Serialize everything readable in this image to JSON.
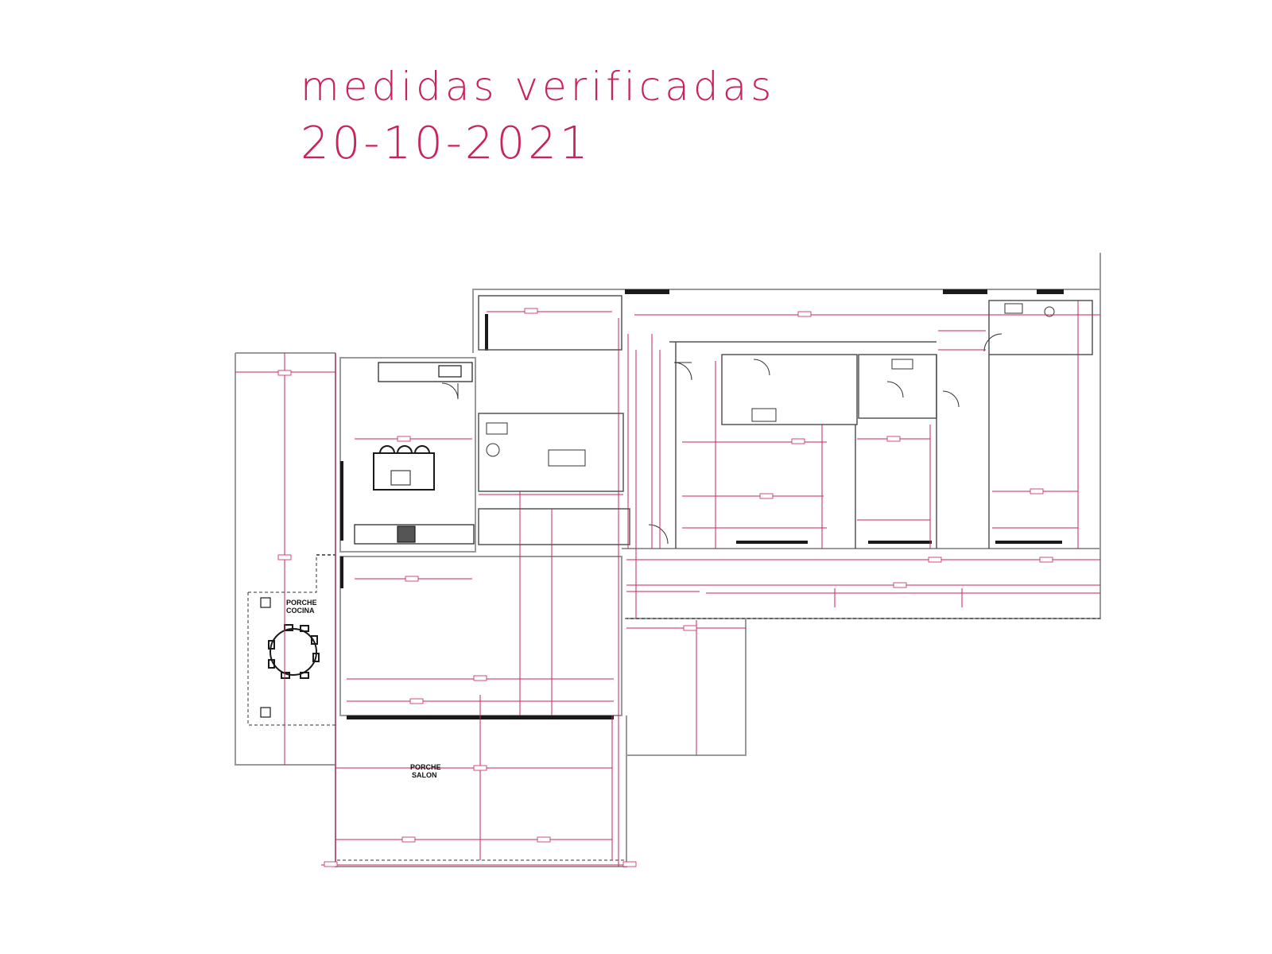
{
  "header": {
    "line1": "medidas verificadas",
    "line2": "20-10-2021"
  },
  "labels": {
    "porche_cocina_1": "PORCHE",
    "porche_cocina_2": "COCINA",
    "porche_salon_1": "PORCHE",
    "porche_salon_2": "SALON"
  },
  "colors": {
    "accent": "#c8245a",
    "wall": "#9a9a9a",
    "dark": "#1a1a1a"
  }
}
